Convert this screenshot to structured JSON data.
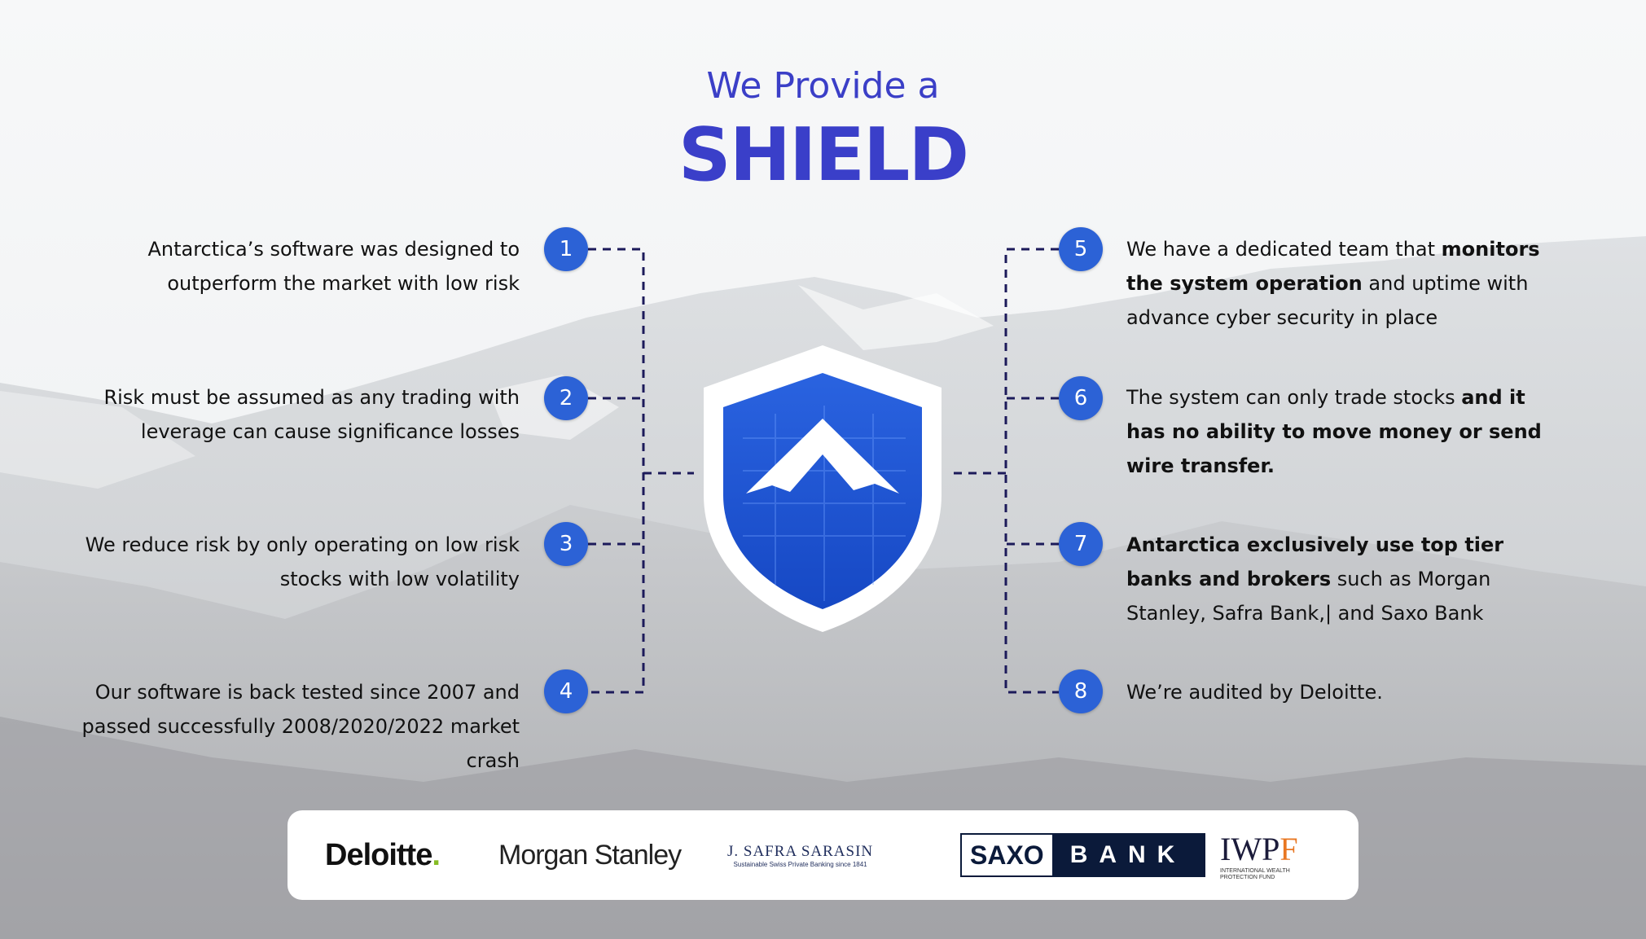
{
  "header": {
    "title_small": "We Provide a",
    "title_big": "SHIELD"
  },
  "points_left": [
    {
      "num": "1",
      "text": "Antarctica’s software was designed to outperform the market with low risk"
    },
    {
      "num": "2",
      "text": "Risk must be assumed as any trading with leverage can cause significance losses"
    },
    {
      "num": "3",
      "text": "We reduce risk by only operating on low risk stocks with low volatility"
    },
    {
      "num": "4",
      "text": "Our software is back tested since 2007 and passed successfully 2008/2020/2022 market crash"
    }
  ],
  "points_right": [
    {
      "num": "5",
      "pre": "We have a dedicated team that ",
      "bold": "monitors the system operation",
      "post": " and uptime with advance cyber security in place"
    },
    {
      "num": "6",
      "pre": "The system can only trade stocks ",
      "bold": "and it has no ability to move money or send wire transfer.",
      "post": ""
    },
    {
      "num": "7",
      "pre": "",
      "bold": "Antarctica exclusively use top tier banks and brokers",
      "post": " such as Morgan Stanley, Safra Bank,| and Saxo Bank"
    },
    {
      "num": "8",
      "pre": "We’re audited by Deloitte.",
      "bold": "",
      "post": ""
    }
  ],
  "logos": {
    "deloitte": "Deloitte",
    "deloitte_dot": ".",
    "morgan_stanley": "Morgan Stanley",
    "sarasin": "J. SAFRA SARASIN",
    "sarasin_sub": "Sustainable Swiss Private Banking since 1841",
    "saxo_a": "SAXO",
    "saxo_b": "BANK",
    "iwp": "IWP",
    "iwp_f": "F",
    "iwp_sub1": "INTERNATIONAL WEALTH",
    "iwp_sub2": "PROTECTION FUND"
  },
  "colors": {
    "accent": "#3a3fc9",
    "badge": "#2c62d6",
    "line": "#1c1a5a"
  }
}
